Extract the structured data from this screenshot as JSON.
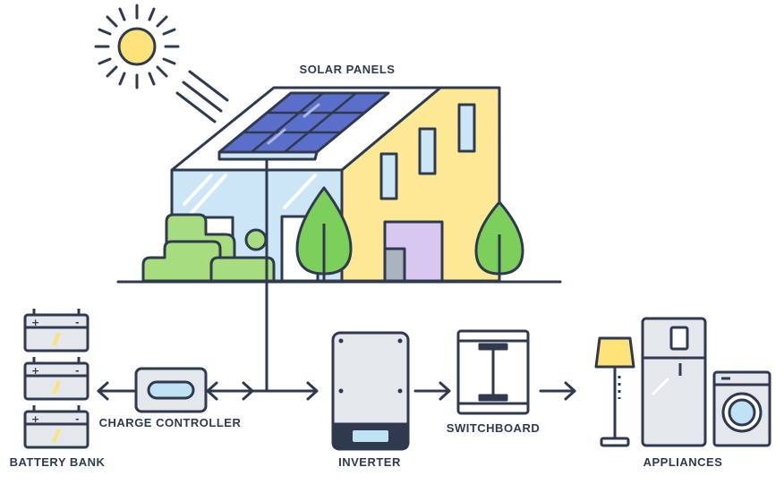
{
  "labels": {
    "solar_panels": "SOLAR PANELS",
    "charge_controller": "CHARGE CONTROLLER",
    "battery_bank": "BATTERY BANK",
    "inverter": "INVERTER",
    "switchboard": "SWITCHBOARD",
    "appliances": "APPLIANCES"
  },
  "battery_terminals": {
    "positive": "+",
    "negative": "-"
  },
  "colors": {
    "outline": "#2f3a4f",
    "sun": "#fde27a",
    "panel": "#5a6fc9",
    "glass": "#cde6f5",
    "wall_yellow": "#fde995",
    "door_purple": "#d8c8f0",
    "tree_green": "#7ccf5a",
    "bush_green": "#a7dc7f",
    "device_grey": "#e4e7eb",
    "screen_blue": "#bfe3f5",
    "lamp_yellow": "#fde27a"
  }
}
